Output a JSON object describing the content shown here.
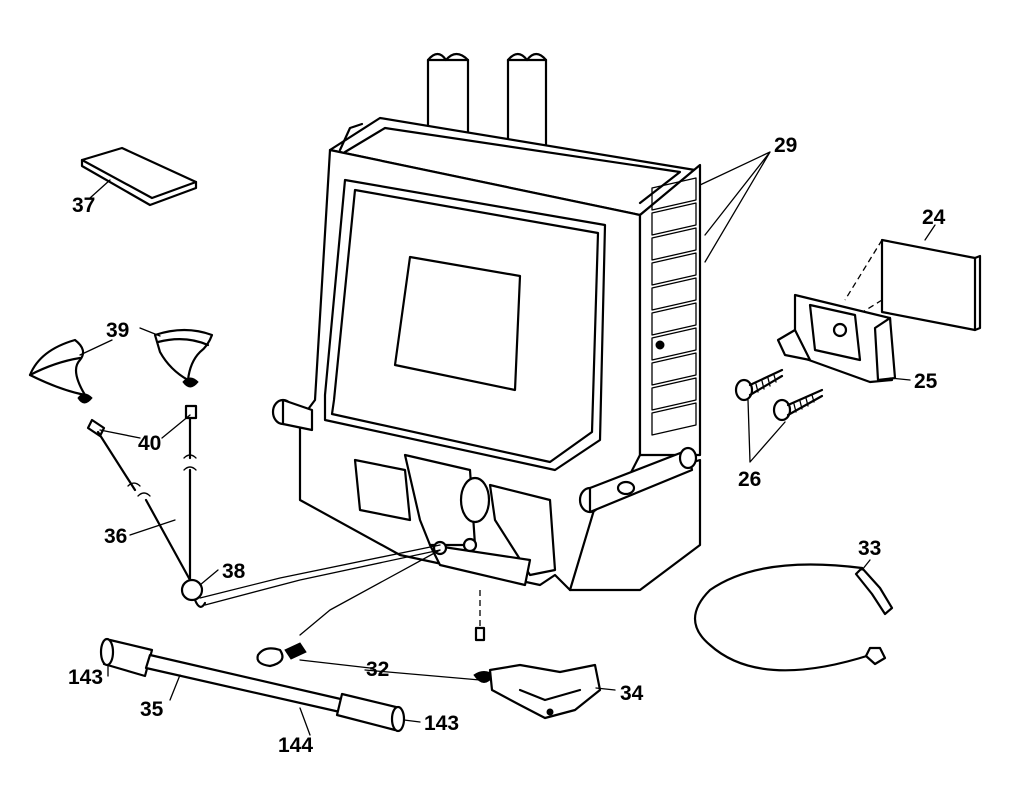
{
  "labels": {
    "p24": "24",
    "p25": "25",
    "p26": "26",
    "p29": "29",
    "p32": "32",
    "p33": "33",
    "p34": "34",
    "p35": "35",
    "p36": "36",
    "p37": "37",
    "p38": "38",
    "p39": "39",
    "p40": "40",
    "p143a": "143",
    "p143b": "143",
    "p144": "144"
  }
}
